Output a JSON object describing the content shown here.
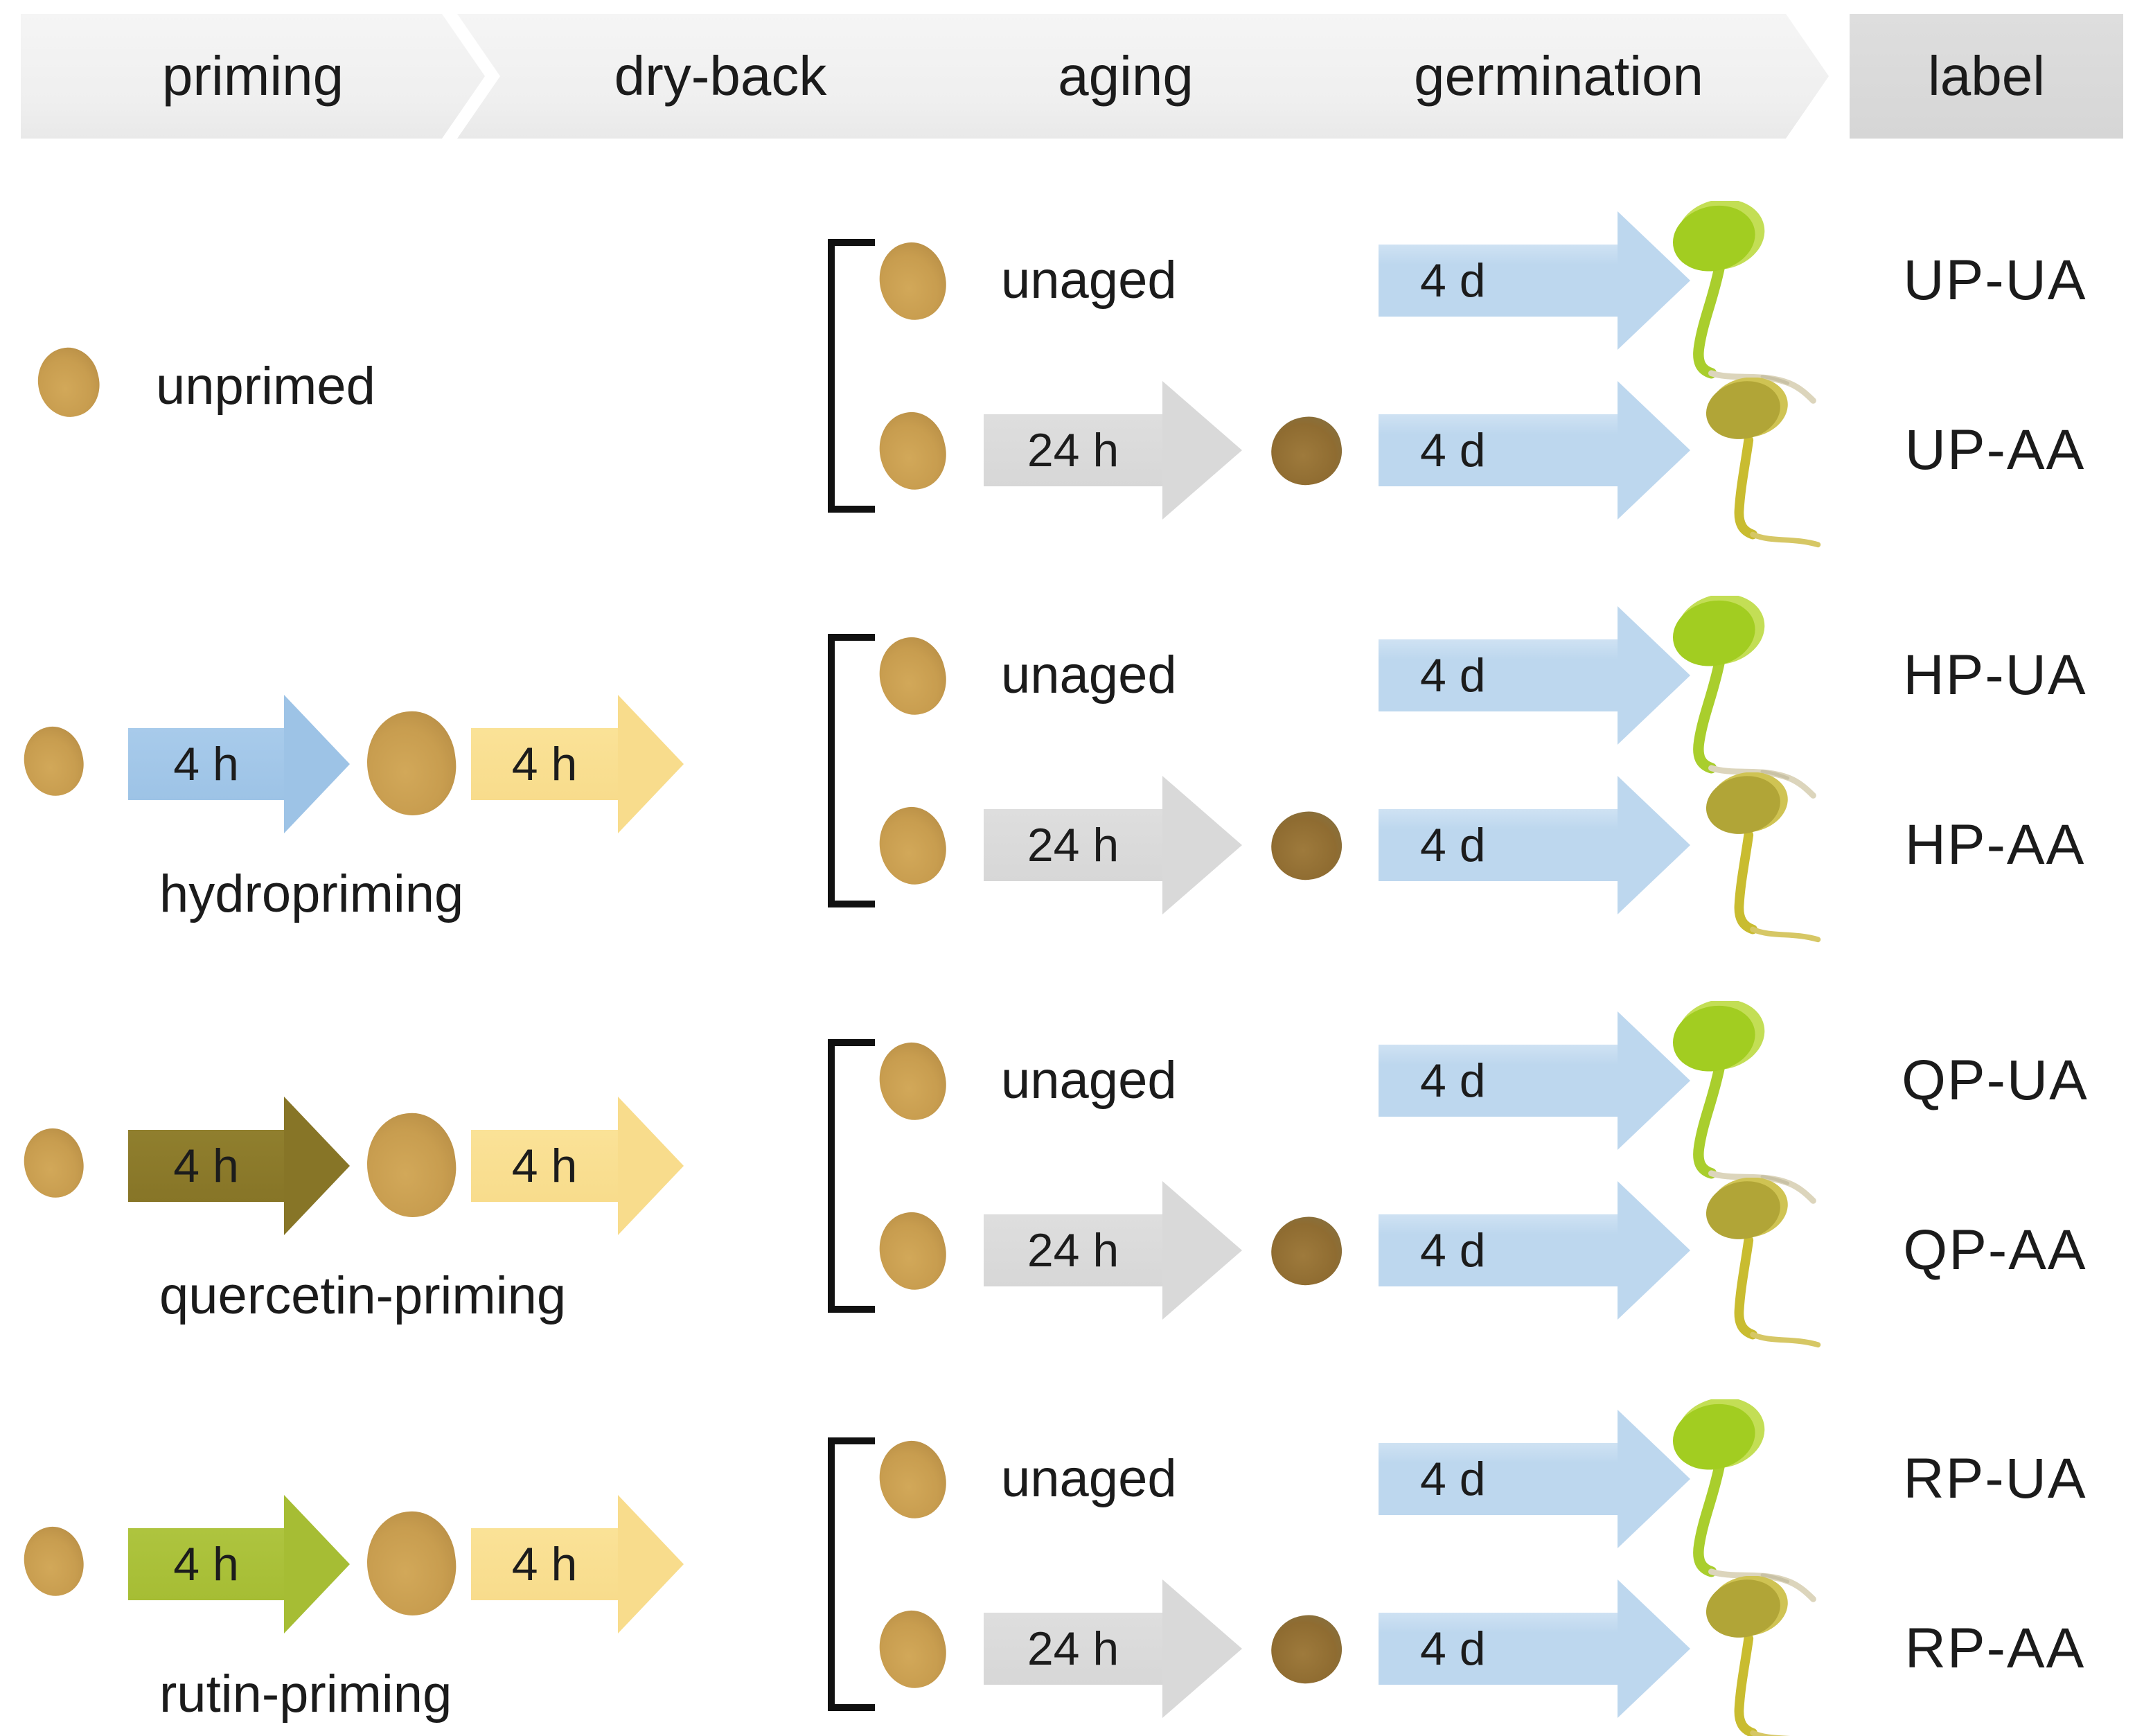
{
  "header": {
    "steps": [
      {
        "label": "priming"
      },
      {
        "label": "dry-back"
      },
      {
        "label": "aging"
      },
      {
        "label": "germination"
      },
      {
        "label": "label"
      }
    ]
  },
  "arrows": {
    "priming_duration": "4 h",
    "dry_back_duration": "4 h",
    "aging_duration": "24 h",
    "germination_duration": "4 d"
  },
  "texts": {
    "unaged": "unaged"
  },
  "rows": [
    {
      "caption": "unprimed",
      "unaged_label": "UP-UA",
      "aged_label": "UP-AA"
    },
    {
      "caption": "hydropriming",
      "priming_arrow_color": "#9DC3E6",
      "unaged_label": "HP-UA",
      "aged_label": "HP-AA"
    },
    {
      "caption": "quercetin-priming",
      "priming_arrow_color": "#877527",
      "unaged_label": "QP-UA",
      "aged_label": "QP-AA"
    },
    {
      "caption": "rutin-priming",
      "priming_arrow_color": "#A6BD34",
      "unaged_label": "RP-UA",
      "aged_label": "RP-AA"
    }
  ],
  "icons": {
    "seed": "seed-icon",
    "primed_seed": "primed-seed-icon",
    "aged_seed": "aged-seed-icon",
    "healthy_seedling": "seedling-healthy-icon",
    "aged_seedling": "seedling-aged-icon",
    "branch_bracket": "bracket-icon"
  },
  "colors": {
    "header_step_fill": "#F1F1F1",
    "header_label_fill": "#D9D9D9",
    "hydropriming_arrow": "#9DC3E6",
    "quercetin_arrow": "#877527",
    "rutin_arrow": "#A6BD34",
    "dry_back_arrow": "#F8DC8C",
    "aging_arrow": "#D9D9D9",
    "germination_arrow": "#BDD7EE",
    "seed_tan": "#C89D4F",
    "seed_aged": "#8F6C31",
    "seedling_healthy_green": "#A2CD21",
    "seedling_aged_olive": "#B1A537",
    "text": "#1B1B1B"
  }
}
